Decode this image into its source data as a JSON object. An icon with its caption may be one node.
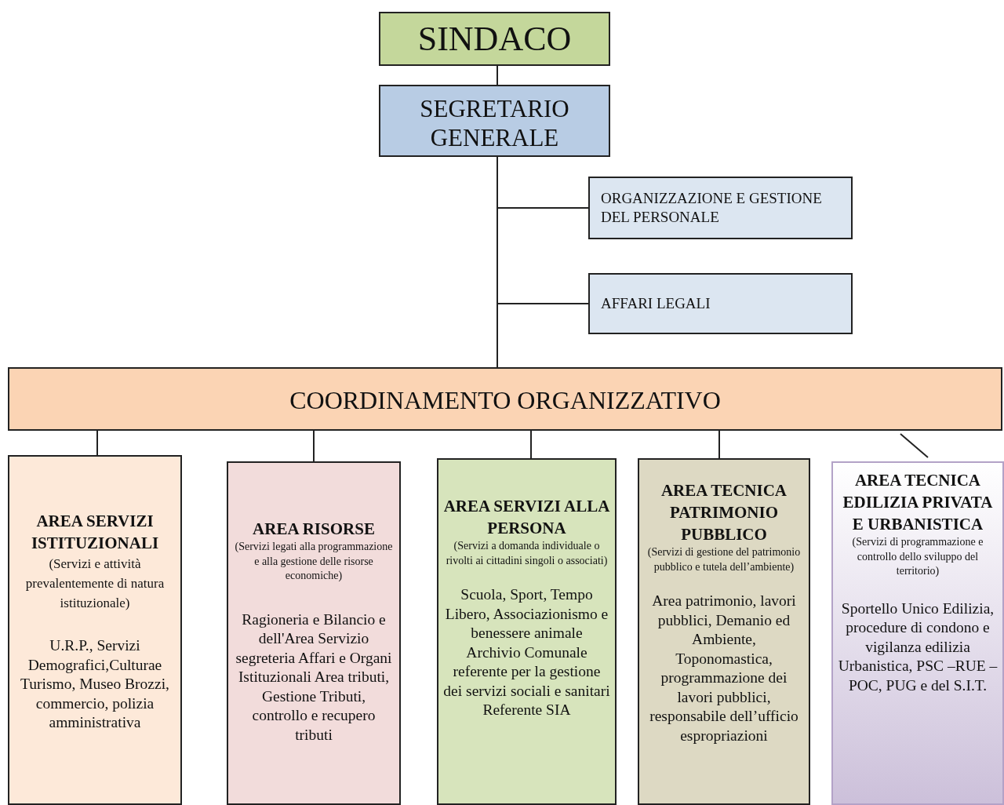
{
  "diagram": {
    "nodes": [
      {
        "text": [
          "SINDACO"
        ]
      },
      {
        "text": [
          "SEGRETARIO GENERALE"
        ]
      },
      {
        "text": [
          "ORGANIZZAZIONE E GESTIONE DEL PERSONALE"
        ]
      },
      {
        "text": [
          "AFFARI LEGALI"
        ]
      },
      {
        "text": [
          "COORDINAMENTO ORGANIZZATIVO"
        ]
      },
      {
        "text": [
          "AREA SERVIZI ISTITUZIONALI",
          "(Servizi e attività prevalentemente di natura istituzionale)",
          "U.R.P., Servizi Demografici,Culturae Turismo, Museo Brozzi, commercio, polizia amministrativa"
        ]
      },
      {
        "text": [
          "AREA RISORSE",
          "(Servizi legati alla programmazione e alla gestione delle risorse economiche)",
          "Ragioneria e Bilancio e dell'Area Servizio segreteria Affari e Organi Istituzionali Area tributi, Gestione Tributi, controllo e recupero tributi"
        ]
      },
      {
        "text": [
          "AREA SERVIZI ALLA PERSONA",
          "(Servizi a domanda individuale o rivolti ai cittadini singoli o associati)",
          "Scuola, Sport, Tempo Libero, Associazionismo e benessere animale Archivio Comunale referente per la gestione dei servizi sociali e sanitari Referente SIA"
        ]
      },
      {
        "text": [
          "AREA TECNICA PATRIMONIO PUBBLICO",
          "(Servizi di gestione del patrimonio pubblico e tutela dell’ambiente)",
          "Area patrimonio, lavori pubblici, Demanio ed Ambiente, Toponomastica, programmazione dei lavori pubblici, responsabile dell’ufficio espropriazioni"
        ]
      },
      {
        "text": [
          "AREA TECNICA EDILIZIA PRIVATA E URBANISTICA",
          "(Servizi di programmazione e controllo dello sviluppo del territorio)",
          "Sportello Unico Edilizia, procedure di condono e vigilanza edilizia Urbanistica, PSC –RUE –POC, PUG e del S.I.T."
        ]
      }
    ],
    "edges": [
      {
        "from": 0,
        "to": 1,
        "arrow": "none"
      },
      {
        "from": 1,
        "to": 2,
        "arrow": "none"
      },
      {
        "from": 1,
        "to": 3,
        "arrow": "none"
      },
      {
        "from": 1,
        "to": 4,
        "arrow": "none"
      },
      {
        "from": 4,
        "to": 5,
        "arrow": "none"
      },
      {
        "from": 4,
        "to": 6,
        "arrow": "none"
      },
      {
        "from": 4,
        "to": 7,
        "arrow": "none"
      },
      {
        "from": 4,
        "to": 8,
        "arrow": "none"
      },
      {
        "from": 4,
        "to": 9,
        "arrow": "none"
      }
    ]
  }
}
